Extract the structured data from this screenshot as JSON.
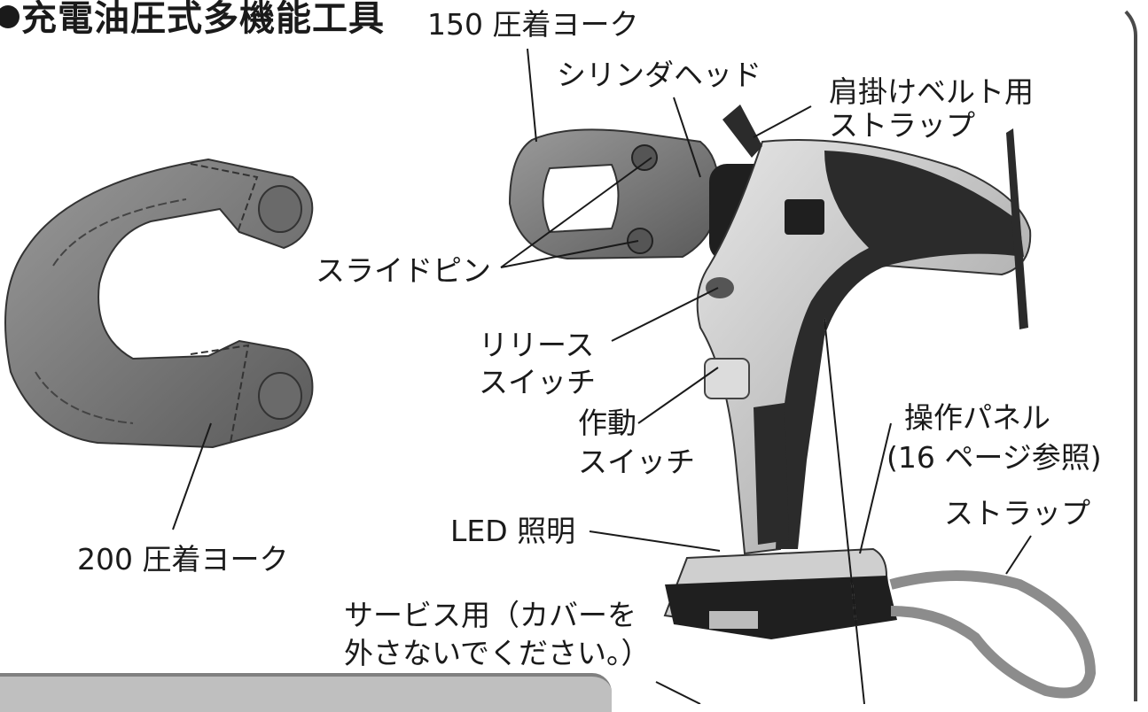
{
  "page": {
    "title": "充電油圧式多機能工具"
  },
  "labels": {
    "yoke150": "150 圧着ヨーク",
    "cylinder_head": "シリンダヘッド",
    "shoulder_strap_line1": "肩掛けベルト用",
    "shoulder_strap_line2": "ストラップ",
    "slide_pin": "スライドピン",
    "release_line1": "リリース",
    "release_line2": "スイッチ",
    "trigger_line1": "作動",
    "trigger_line2": "スイッチ",
    "panel_line1": "操作パネル",
    "panel_line2": "(16 ページ参照)",
    "strap": "ストラップ",
    "led": "LED 照明",
    "yoke200": "200 圧着ヨーク",
    "service_line1": "サービス用（カバーを",
    "service_line2": "外さないでください。）"
  },
  "colors": {
    "line": "#1a1a1a",
    "body_light": "#c8c8c8",
    "body_dark": "#2b2b2b",
    "yoke_gray": "#7a7a7a"
  }
}
